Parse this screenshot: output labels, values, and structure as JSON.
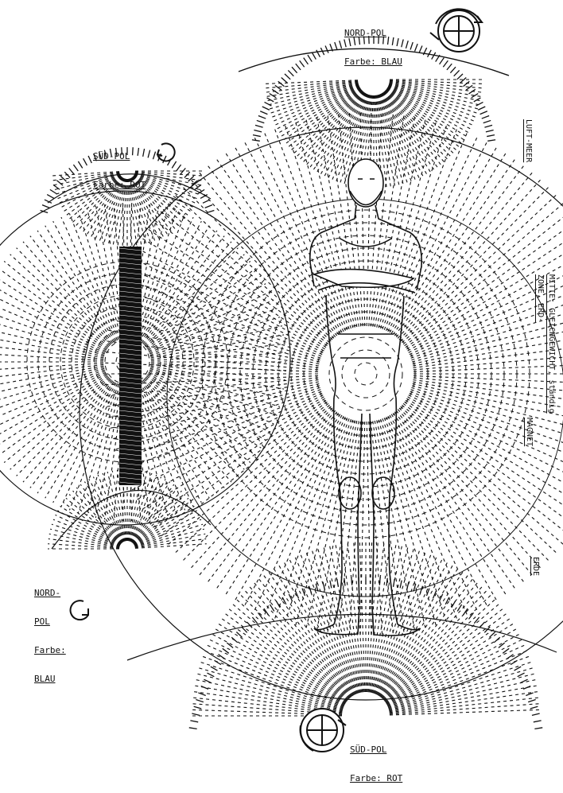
{
  "labels": {
    "top_north_pole": {
      "line1": "NORD-POL",
      "line2": "Farbe: BLAU"
    },
    "upper_left_south_pole": {
      "line1": "SÜD-POL",
      "line2": "Farbe: ROT"
    },
    "lower_left_north_pole": {
      "line1": "NORD-",
      "line2": "POL",
      "line3": "Farbe:",
      "line4": "BLAU"
    },
    "bottom_south_pole": {
      "line1": "SÜD-POL",
      "line2": "Farbe: ROT"
    }
  },
  "side_texts": {
    "right_top": "LUFT-MEER",
    "right_middle": "MITTE: GLEICHGEWICHT, ständig",
    "right_middle_2": "ZONE, ERD-",
    "right_middle_3": "MAGNET",
    "right_bottom": "ERDE"
  },
  "colors": {
    "ink": "#111111",
    "paper": "#ffffff"
  }
}
